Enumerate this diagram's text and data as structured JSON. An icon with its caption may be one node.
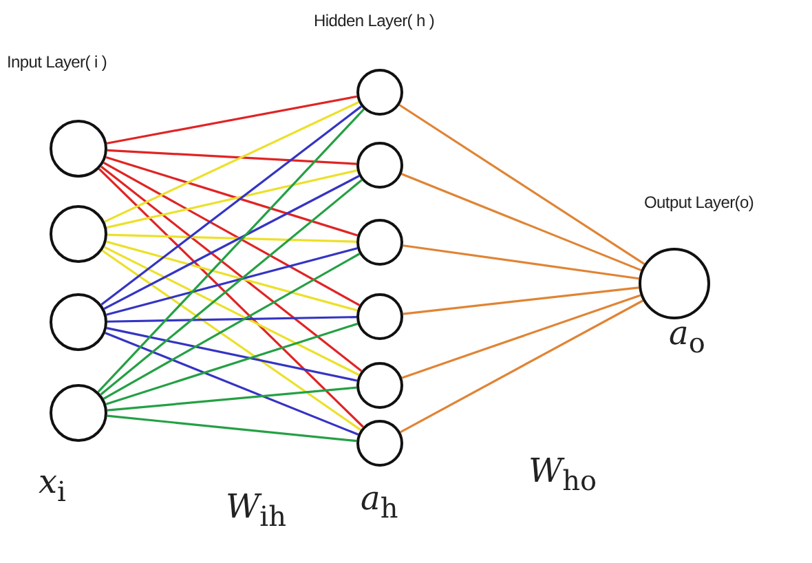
{
  "diagram": {
    "nodes": [
      {
        "text": [],
        "shape": "circle"
      },
      {
        "text": [],
        "shape": "circle"
      },
      {
        "text": [],
        "shape": "circle"
      },
      {
        "text": [],
        "shape": "circle"
      },
      {
        "text": [],
        "shape": "circle"
      },
      {
        "text": [],
        "shape": "circle"
      },
      {
        "text": [],
        "shape": "circle"
      },
      {
        "text": [],
        "shape": "circle"
      },
      {
        "text": [],
        "shape": "circle"
      },
      {
        "text": [],
        "shape": "circle"
      },
      {
        "text": [],
        "shape": "circle"
      }
    ],
    "edges": [
      {
        "from": 0,
        "to": 4,
        "arrow": "none",
        "color": "#e02424"
      },
      {
        "from": 0,
        "to": 5,
        "arrow": "none",
        "color": "#e02424"
      },
      {
        "from": 0,
        "to": 6,
        "arrow": "none",
        "color": "#e02424"
      },
      {
        "from": 0,
        "to": 7,
        "arrow": "none",
        "color": "#e02424"
      },
      {
        "from": 0,
        "to": 8,
        "arrow": "none",
        "color": "#e02424"
      },
      {
        "from": 0,
        "to": 9,
        "arrow": "none",
        "color": "#e02424"
      },
      {
        "from": 1,
        "to": 4,
        "arrow": "none",
        "color": "#ece02a"
      },
      {
        "from": 1,
        "to": 5,
        "arrow": "none",
        "color": "#ece02a"
      },
      {
        "from": 1,
        "to": 6,
        "arrow": "none",
        "color": "#ece02a"
      },
      {
        "from": 1,
        "to": 7,
        "arrow": "none",
        "color": "#ece02a"
      },
      {
        "from": 1,
        "to": 8,
        "arrow": "none",
        "color": "#ece02a"
      },
      {
        "from": 1,
        "to": 9,
        "arrow": "none",
        "color": "#ece02a"
      },
      {
        "from": 2,
        "to": 4,
        "arrow": "none",
        "color": "#3434c4"
      },
      {
        "from": 2,
        "to": 5,
        "arrow": "none",
        "color": "#3434c4"
      },
      {
        "from": 2,
        "to": 6,
        "arrow": "none",
        "color": "#3434c4"
      },
      {
        "from": 2,
        "to": 7,
        "arrow": "none",
        "color": "#3434c4"
      },
      {
        "from": 2,
        "to": 8,
        "arrow": "none",
        "color": "#3434c4"
      },
      {
        "from": 2,
        "to": 9,
        "arrow": "none",
        "color": "#3434c4"
      },
      {
        "from": 3,
        "to": 4,
        "arrow": "none",
        "color": "#24a044"
      },
      {
        "from": 3,
        "to": 5,
        "arrow": "none",
        "color": "#24a044"
      },
      {
        "from": 3,
        "to": 6,
        "arrow": "none",
        "color": "#24a044"
      },
      {
        "from": 3,
        "to": 7,
        "arrow": "none",
        "color": "#24a044"
      },
      {
        "from": 3,
        "to": 8,
        "arrow": "none",
        "color": "#24a044"
      },
      {
        "from": 3,
        "to": 9,
        "arrow": "none",
        "color": "#24a044"
      },
      {
        "from": 4,
        "to": 10,
        "arrow": "none",
        "color": "#e08434"
      },
      {
        "from": 5,
        "to": 10,
        "arrow": "none",
        "color": "#e08434"
      },
      {
        "from": 6,
        "to": 10,
        "arrow": "none",
        "color": "#e08434"
      },
      {
        "from": 7,
        "to": 10,
        "arrow": "none",
        "color": "#e08434"
      },
      {
        "from": 8,
        "to": 10,
        "arrow": "none",
        "color": "#e08434"
      },
      {
        "from": 9,
        "to": 10,
        "arrow": "none",
        "color": "#e08434"
      }
    ],
    "labels": [
      "Hidden Layer( h )",
      "Input Layer( i )",
      "Output Layer(o)",
      "*a*$_{o}$",
      "*W*$_{ho}$",
      "*x*$_{i}$",
      "*W*$_{ih}$",
      "*a*$_{h}$"
    ]
  }
}
